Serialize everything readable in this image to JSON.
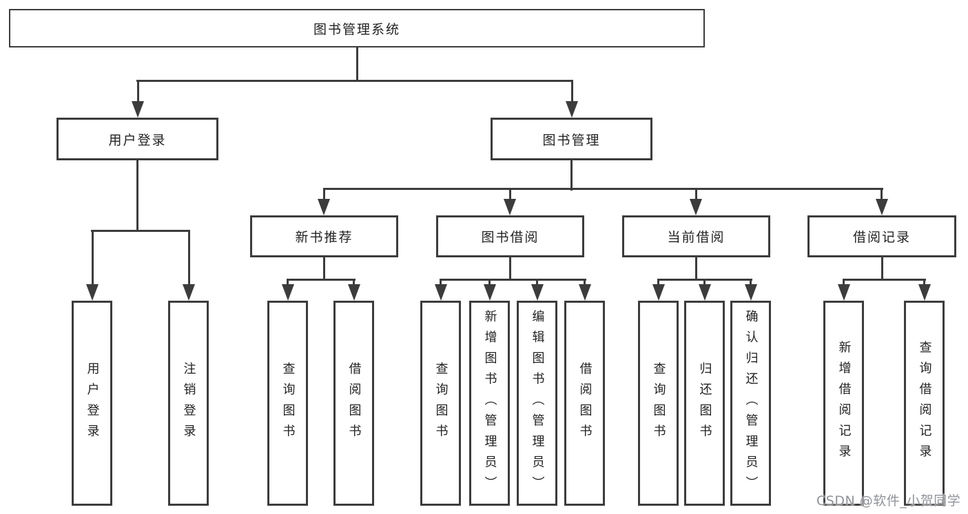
{
  "diagram": {
    "title": "图书管理系统",
    "background_color": "#ffffff",
    "line_color": "#3c3c3c",
    "text_color": "#222222",
    "watermark": "CSDN @软件_小贺同学",
    "root": {
      "label": "图书管理系统"
    },
    "level2": {
      "user_login": {
        "label": "用户登录"
      },
      "book_management": {
        "label": "图书管理"
      }
    },
    "level3": {
      "new_book_recommend": {
        "label": "新书推荐"
      },
      "book_borrow": {
        "label": "图书借阅"
      },
      "current_borrow": {
        "label": "当前借阅"
      },
      "borrow_records": {
        "label": "借阅记录"
      }
    },
    "leaves": [
      {
        "label": "用户登录"
      },
      {
        "label": "注销登录"
      },
      {
        "label": "查询图书"
      },
      {
        "label": "借阅图书"
      },
      {
        "label": "查询图书"
      },
      {
        "label": "新增图书（管理员）"
      },
      {
        "label": "编辑图书（管理员）"
      },
      {
        "label": "借阅图书"
      },
      {
        "label": "查询图书"
      },
      {
        "label": "归还图书"
      },
      {
        "label": "确认归还（管理员）"
      },
      {
        "label": "新增借阅记录"
      },
      {
        "label": "查询借阅记录"
      }
    ]
  }
}
